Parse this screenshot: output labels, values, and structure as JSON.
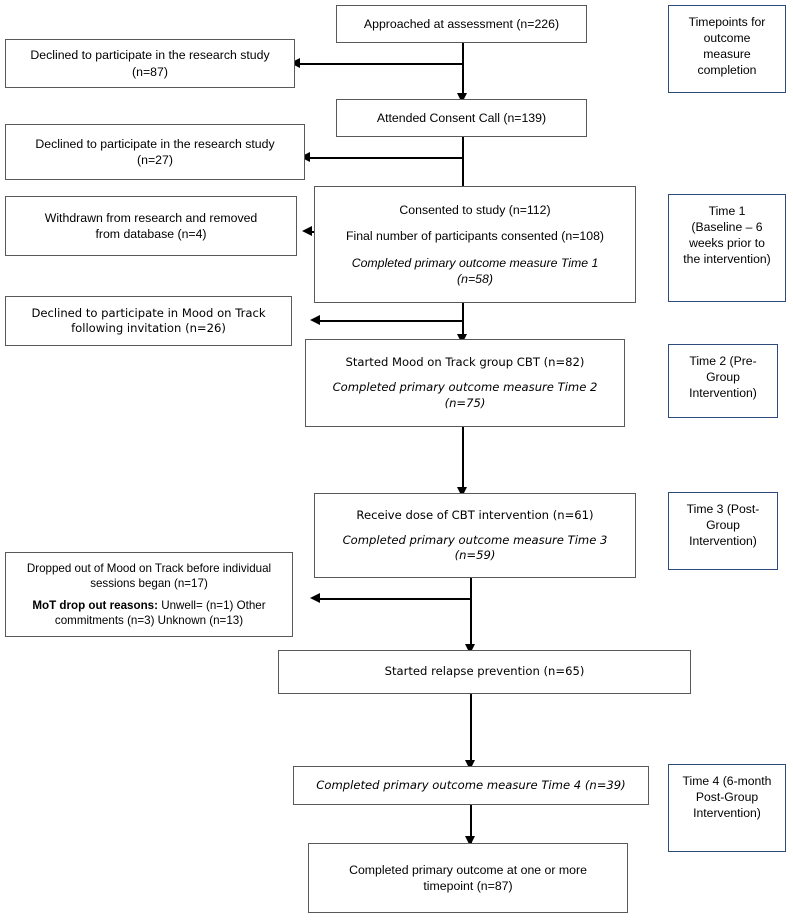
{
  "diagram": {
    "title": "CONSORT-style participant flow diagram",
    "colors": {
      "box_border": "#595959",
      "timepoint_border": "#2e4b7c",
      "connector": "#000000",
      "background": "#ffffff"
    }
  },
  "main_flow": [
    {
      "id": "approached",
      "lines": [
        {
          "text": "Approached at assessment (n=226)",
          "style": "normal"
        }
      ]
    },
    {
      "id": "consent-call",
      "lines": [
        {
          "text": "Attended Consent Call (n=139)",
          "style": "normal"
        }
      ]
    },
    {
      "id": "consented",
      "lines": [
        {
          "text": "Consented to study (n=112)",
          "style": "normal"
        },
        {
          "text": "Final number of participants consented (n=108)",
          "style": "normal"
        },
        {
          "text": "Completed primary outcome measure Time 1",
          "style": "italic"
        },
        {
          "text": "(n=58)",
          "style": "italic"
        }
      ]
    },
    {
      "id": "started-mot",
      "lines": [
        {
          "text": "Started Mood on Track group CBT (n=82)",
          "style": "normal"
        },
        {
          "text": "Completed primary outcome measure Time 2",
          "style": "italic"
        },
        {
          "text": "(n=75)",
          "style": "italic"
        }
      ]
    },
    {
      "id": "received-dose",
      "lines": [
        {
          "text": "Receive dose of CBT intervention (n=61)",
          "style": "normal"
        },
        {
          "text": "Completed primary outcome measure Time 3",
          "style": "italic"
        },
        {
          "text": "(n=59)",
          "style": "italic"
        }
      ]
    },
    {
      "id": "relapse-prevention",
      "lines": [
        {
          "text": "Started relapse prevention (n=65)",
          "style": "normal"
        }
      ]
    },
    {
      "id": "time4-completed",
      "lines": [
        {
          "text": "Completed primary outcome measure Time 4  (n=39)",
          "style": "italic"
        }
      ]
    },
    {
      "id": "completed-any",
      "lines": [
        {
          "text": "Completed primary outcome at one or more",
          "style": "normal"
        },
        {
          "text": "timepoint (n=87)",
          "style": "normal"
        }
      ]
    }
  ],
  "exclusions": [
    {
      "id": "declined-1",
      "lines": [
        {
          "text": "Declined to participate in the research study",
          "style": "normal"
        },
        {
          "text": "(n=87)",
          "style": "normal"
        }
      ]
    },
    {
      "id": "declined-2",
      "lines": [
        {
          "text": "Declined to participate in the research study",
          "style": "normal"
        },
        {
          "text": "(n=27)",
          "style": "normal"
        }
      ]
    },
    {
      "id": "withdrawn",
      "lines": [
        {
          "text": "Withdrawn from research and removed",
          "style": "normal"
        },
        {
          "text": "from database (n=4)",
          "style": "normal"
        }
      ]
    },
    {
      "id": "declined-mot",
      "lines": [
        {
          "text": "Declined to participate in Mood on Track",
          "style": "normal"
        },
        {
          "text": "following invitation (n=26)",
          "style": "normal"
        }
      ]
    },
    {
      "id": "dropped-out",
      "lines": [
        {
          "text": "Dropped out of Mood on Track before individual",
          "style": "normal"
        },
        {
          "text": "sessions began (n=17)",
          "style": "normal"
        },
        {
          "text": "MoT drop out reasons:",
          "style": "bold-prefix"
        },
        {
          "text": " Unwell= (n=1) Other",
          "style": "normal"
        },
        {
          "text": "commitments (n=3) Unknown (n=13)",
          "style": "normal"
        }
      ],
      "bold_prefix": "MoT drop out reasons:",
      "after_prefix": " Unwell= (n=1) Other",
      "last_line": "commitments (n=3) Unknown (n=13)",
      "first_line": "Dropped out of Mood on Track before individual",
      "second_line": "sessions began (n=17)"
    }
  ],
  "timepoints": [
    {
      "id": "timepoints-header",
      "lines": [
        "Timepoints for",
        "outcome",
        "measure",
        "completion"
      ]
    },
    {
      "id": "time-1",
      "lines": [
        "Time 1",
        "(Baseline – 6",
        "weeks prior to",
        "the intervention)"
      ]
    },
    {
      "id": "time-2",
      "lines": [
        "Time 2 (Pre-",
        "Group",
        "Intervention)"
      ]
    },
    {
      "id": "time-3",
      "lines": [
        "Time 3 (Post-",
        "Group",
        "Intervention)"
      ]
    },
    {
      "id": "time-4",
      "lines": [
        "Time 4 (6-month",
        "Post-Group",
        "Intervention)"
      ]
    }
  ]
}
